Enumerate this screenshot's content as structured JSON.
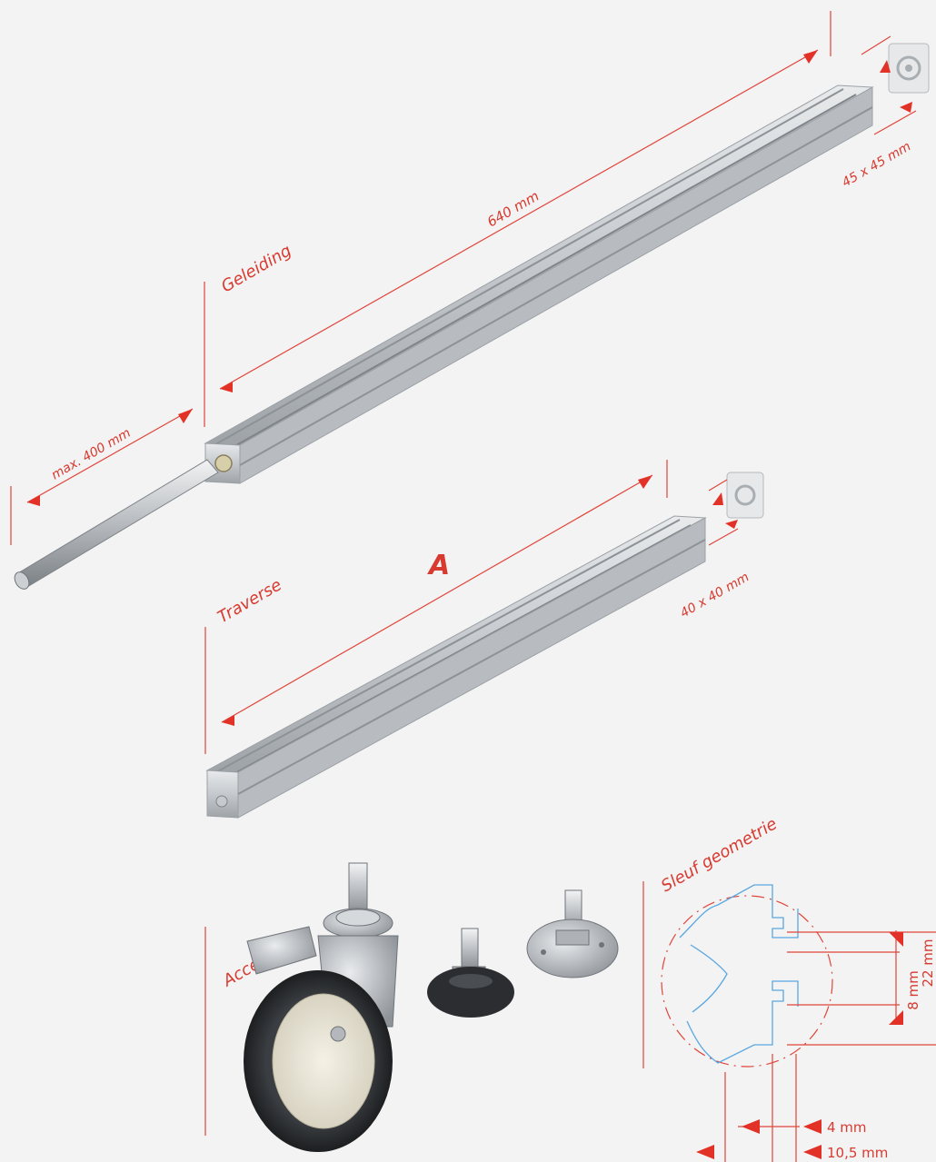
{
  "labels": {
    "geleiding": "Geleiding",
    "traverse": "Traverse",
    "accessoires": "Accessoires",
    "sleuf": "Sleuf geometrie"
  },
  "dimensions": {
    "length_640": "640 mm",
    "section_45": "45 x 45 mm",
    "stroke_400": "max. 400 mm",
    "marker_a": "A",
    "section_40": "40 x 40 mm",
    "slot_8": "8 mm",
    "slot_22": "22 mm",
    "slot_4": "4 mm",
    "slot_105": "10,5 mm"
  },
  "colors": {
    "accent": "#e23228",
    "profile_blue": "#5aa7e0",
    "aluminium": "#c9ccd0"
  }
}
